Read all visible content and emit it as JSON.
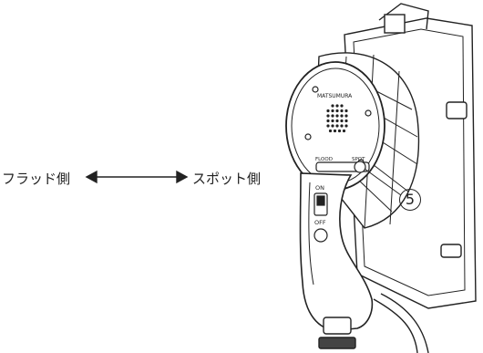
{
  "labels": {
    "flood_side": "フラッド側",
    "spot_side": "スポット側",
    "callout_number": "5"
  },
  "device_text": {
    "brand": "MATSUMURA",
    "flood": "FLOOD",
    "spot": "SPOT",
    "on": "ON",
    "off": "OFF"
  },
  "colors": {
    "line": "#222222",
    "fill": "#ffffff"
  }
}
